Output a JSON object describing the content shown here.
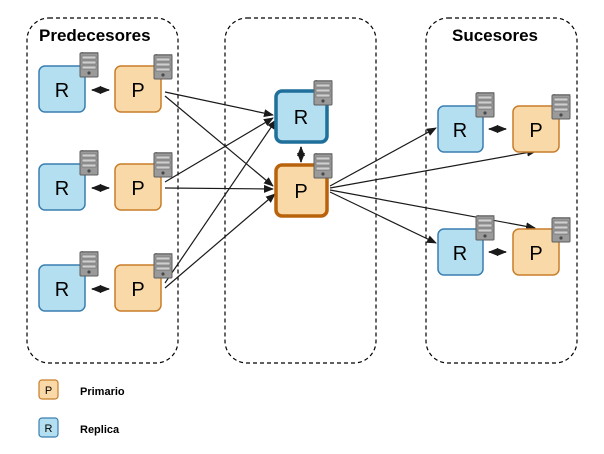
{
  "groups": {
    "predecesores": "Predecesores",
    "sucesores": "Sucesores"
  },
  "nodes": {
    "replica_letter": "R",
    "primary_letter": "P"
  },
  "legend": {
    "primary": {
      "letter": "P",
      "label": "Primario"
    },
    "replica": {
      "letter": "R",
      "label": "Replica"
    }
  },
  "colors": {
    "primary_fill": "#fad9a8",
    "primary_stroke": "#c87d2a",
    "replica_fill": "#b3dff0",
    "replica_stroke": "#3a7fb0",
    "central_replica_stroke": "#1f6f9a",
    "central_primary_stroke": "#b8620c",
    "arrow": "#1a1a1a"
  },
  "icons": {
    "server": "server-icon",
    "bidirectional_arrow": "double-arrow-icon"
  }
}
